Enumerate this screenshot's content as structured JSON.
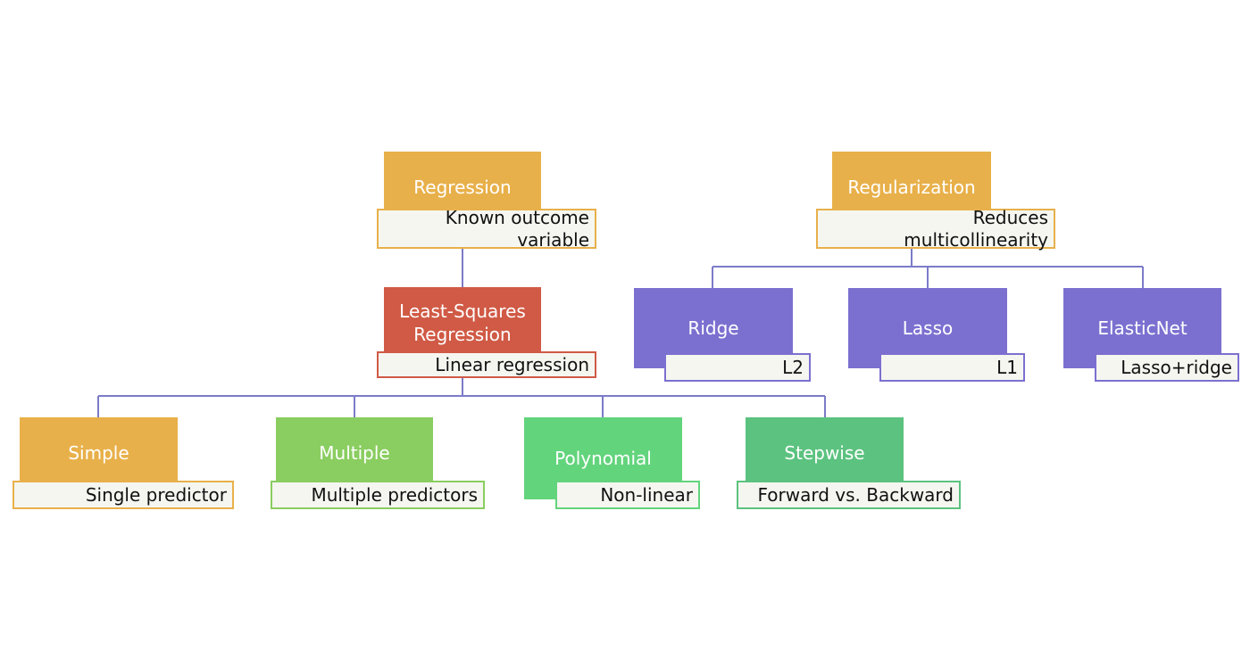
{
  "colors": {
    "gold": "#e8b04a",
    "red": "#d05a45",
    "purple": "#7b70d0",
    "green_light": "#8acd60",
    "green": "#62d47c",
    "green_dark": "#5cc27f",
    "connector": "#7b7bc9",
    "sub_fill": "#f6f6f1"
  },
  "nodes": {
    "regression": {
      "title": "Regression",
      "subtitle": "Known outcome variable"
    },
    "regularization": {
      "title": "Regularization",
      "subtitle": "Reduces multicollinearity"
    },
    "least_squares": {
      "title": "Least-Squares Regression",
      "subtitle": "Linear regression"
    },
    "ridge": {
      "title": "Ridge",
      "subtitle": "L2"
    },
    "lasso": {
      "title": "Lasso",
      "subtitle": "L1"
    },
    "elasticnet": {
      "title": "ElasticNet",
      "subtitle": "Lasso+ridge"
    },
    "simple": {
      "title": "Simple",
      "subtitle": "Single predictor"
    },
    "multiple": {
      "title": "Multiple",
      "subtitle": "Multiple predictors"
    },
    "polynomial": {
      "title": "Polynomial",
      "subtitle": "Non-linear"
    },
    "stepwise": {
      "title": "Stepwise",
      "subtitle": "Forward vs. Backward"
    }
  }
}
